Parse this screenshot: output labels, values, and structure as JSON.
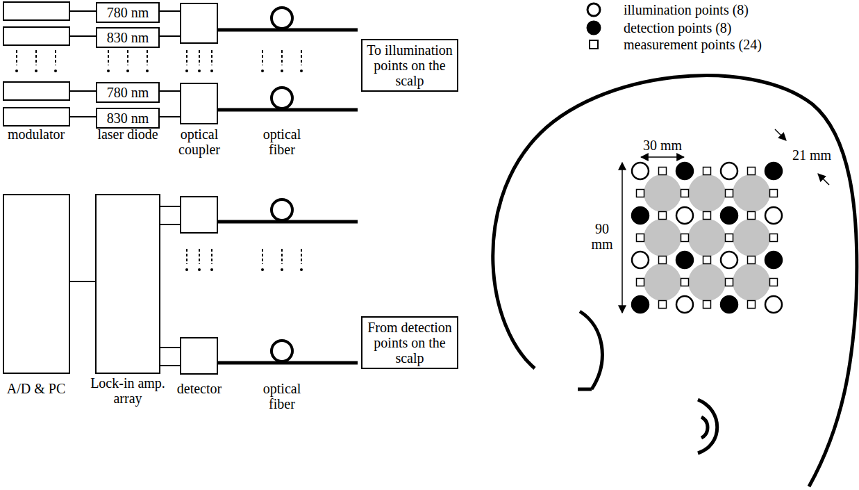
{
  "diagram": {
    "nodes": [
      {
        "text": [
          "780 nm"
        ]
      },
      {
        "text": [
          "830 nm"
        ]
      },
      {
        "text": [
          "780 nm"
        ]
      },
      {
        "text": [
          "830 nm"
        ]
      },
      {
        "text": [
          "To illumination points on the scalp"
        ]
      },
      {
        "text": [
          "From detection points on the scalp"
        ]
      }
    ],
    "labels": [
      "modulator",
      "laser diode",
      "optical coupler",
      "optical fiber",
      "A/D & PC",
      "Lock-in amp. array",
      "detector",
      "optical fiber",
      "30 mm",
      "21 mm",
      "90 mm"
    ],
    "legend": [
      {
        "text": "illumination points (8)"
      },
      {
        "text": "detection points (8)"
      },
      {
        "text": "measurement points (24)"
      }
    ]
  }
}
